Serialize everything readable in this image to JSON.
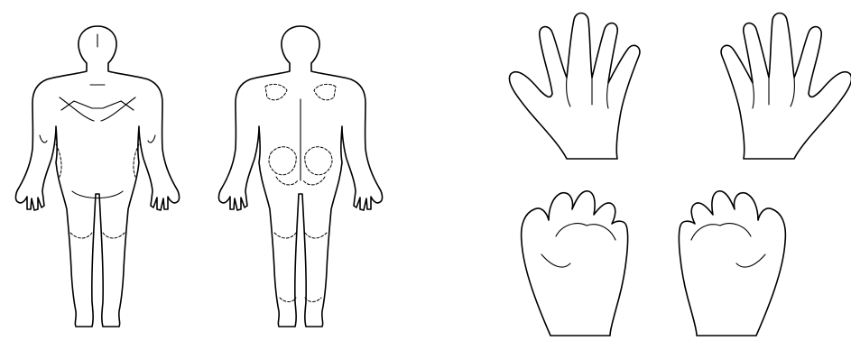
{
  "figures": [
    {
      "id": "body-front",
      "view": "anterior"
    },
    {
      "id": "body-back",
      "view": "posterior"
    },
    {
      "id": "hand-left-palm",
      "view": "palm"
    },
    {
      "id": "hand-right-palm",
      "view": "palm"
    },
    {
      "id": "foot-left-sole",
      "view": "sole"
    },
    {
      "id": "foot-right-sole",
      "view": "sole"
    }
  ],
  "colors": {
    "line": "#000000",
    "background": "#ffffff"
  }
}
